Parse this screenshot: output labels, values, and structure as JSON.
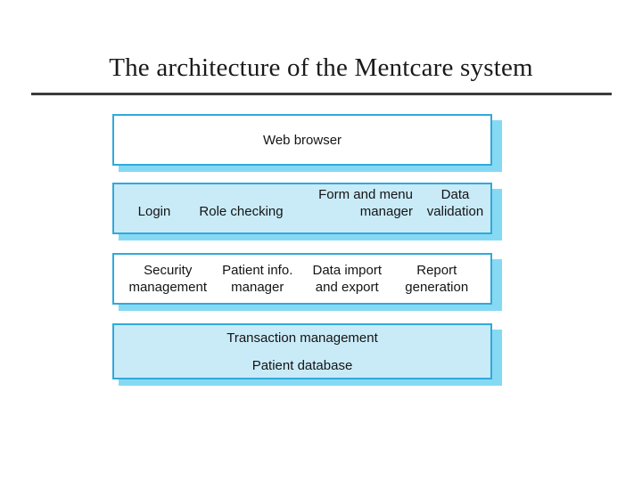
{
  "slide": {
    "title": "The architecture of the Mentcare system",
    "background_color": "#ffffff",
    "rule_color": "#3b3b3d"
  },
  "diagram": {
    "type": "layered-architecture",
    "accent_border_color": "#30a9dc",
    "shadow_color": "#86d9f3",
    "blue_fill_color": "#c9ebf8",
    "white_fill_color": "#ffffff",
    "layers": [
      {
        "name": "presentation",
        "fill": "white",
        "components": [
          "Web browser"
        ]
      },
      {
        "name": "services",
        "fill": "blue",
        "components": [
          "Login",
          "Role checking",
          "Form and menu\nmanager",
          "Data\nvalidation"
        ]
      },
      {
        "name": "infrastructure",
        "fill": "white",
        "components": [
          "Security\nmanagement",
          "Patient info.\nmanager",
          "Data import\nand export",
          "Report\ngeneration"
        ]
      },
      {
        "name": "data",
        "fill": "blue",
        "components": [
          "Transaction management",
          "Patient database"
        ]
      }
    ]
  }
}
